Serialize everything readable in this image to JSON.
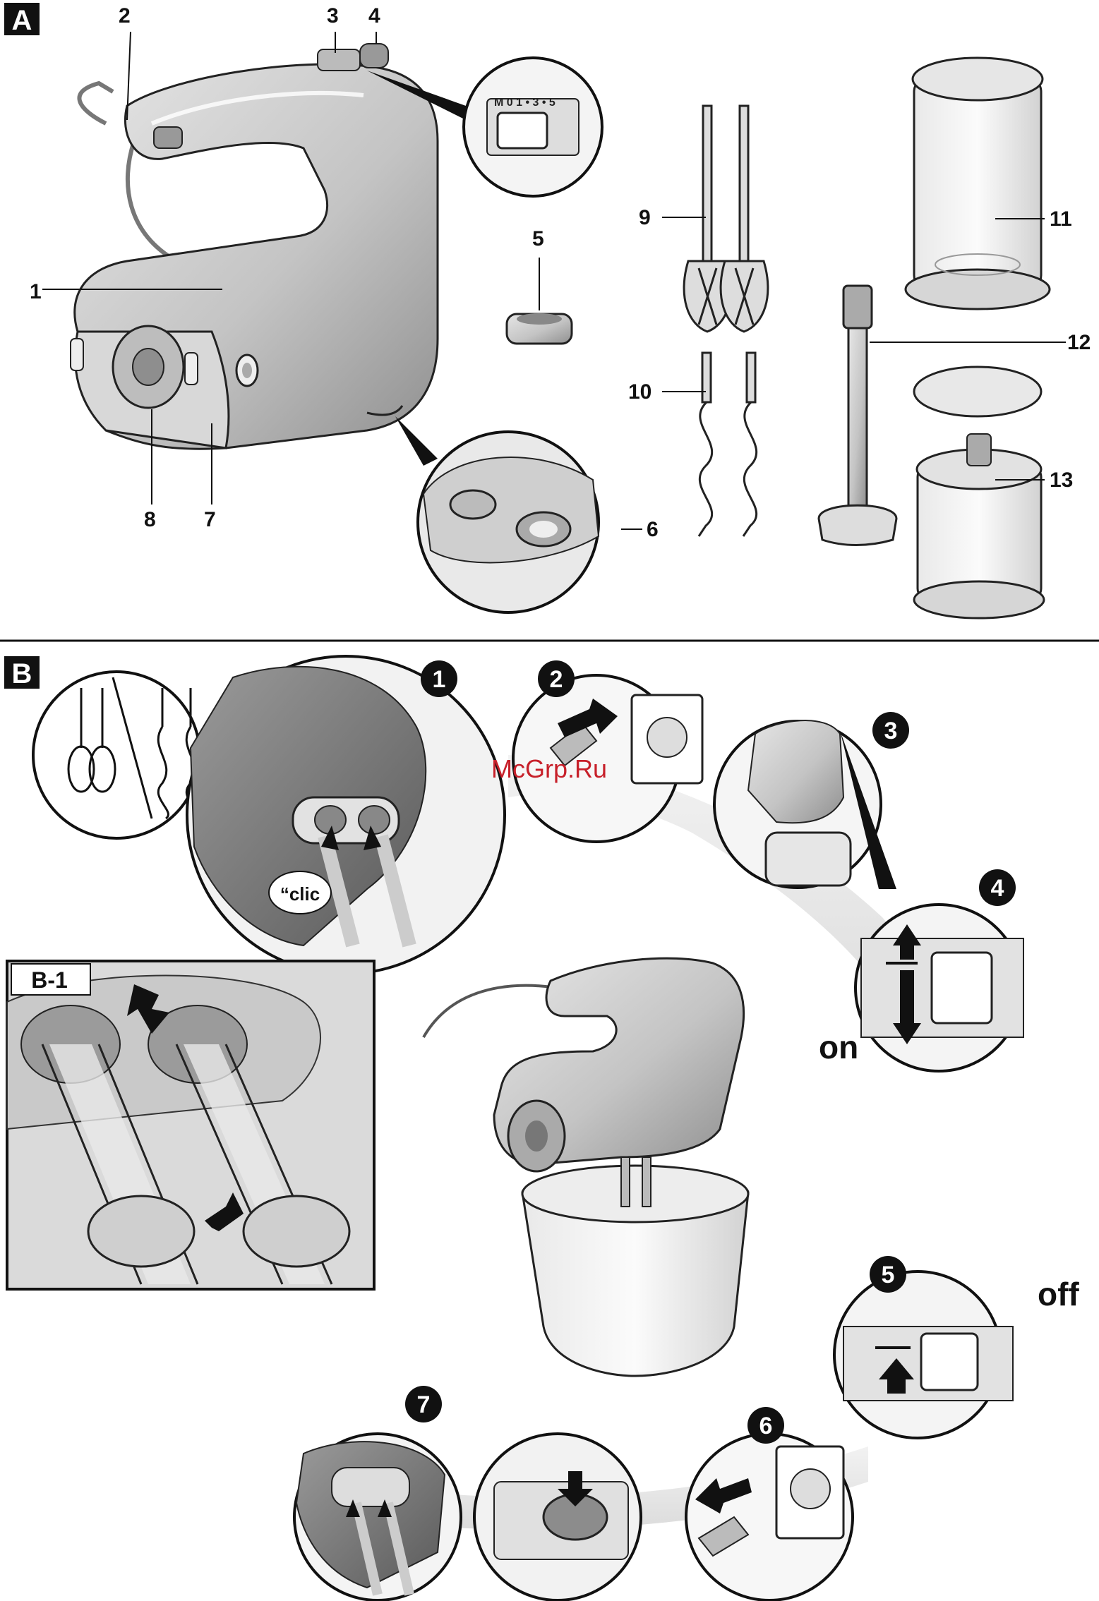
{
  "section_a": {
    "letter": "A",
    "callouts": [
      "1",
      "2",
      "3",
      "4",
      "5",
      "6",
      "7",
      "8",
      "9",
      "10",
      "11",
      "12",
      "13"
    ]
  },
  "section_b": {
    "letter": "B",
    "inset_label": "B-1",
    "steps": [
      "1",
      "2",
      "3",
      "4",
      "5",
      "6",
      "7"
    ],
    "clic_label": "“clic",
    "on_label": "on",
    "off_label": "off"
  },
  "switch_scale": "M 0 1 • 3 • 5",
  "watermark": "McGrp.Ru",
  "colors": {
    "ink": "#111111",
    "appliance_grey": "#c9c9c9",
    "appliance_dark": "#6d6d6d",
    "background": "#ffffff",
    "watermark": "#c7202a"
  },
  "icons": {
    "press_arrow": "arrow-icon",
    "plug": "plug-icon",
    "socket": "socket-icon"
  }
}
